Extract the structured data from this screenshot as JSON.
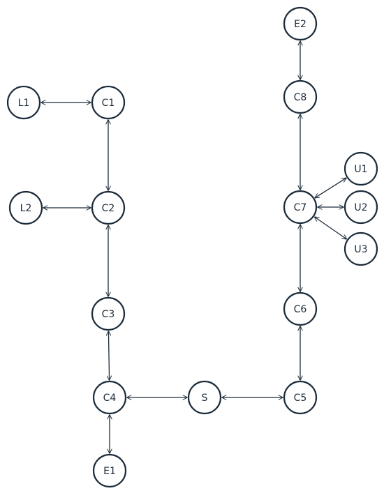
{
  "nodes": [
    {
      "id": "E2",
      "label": "E2"
    },
    {
      "id": "C8",
      "label": "C8"
    },
    {
      "id": "L1",
      "label": "L1"
    },
    {
      "id": "C1",
      "label": "C1"
    },
    {
      "id": "U1",
      "label": "U1"
    },
    {
      "id": "L2",
      "label": "L2"
    },
    {
      "id": "C2",
      "label": "C2"
    },
    {
      "id": "C7",
      "label": "C7"
    },
    {
      "id": "U2",
      "label": "U2"
    },
    {
      "id": "U3",
      "label": "U3"
    },
    {
      "id": "C6",
      "label": "C6"
    },
    {
      "id": "C3",
      "label": "C3"
    },
    {
      "id": "C4",
      "label": "C4"
    },
    {
      "id": "S",
      "label": "S"
    },
    {
      "id": "C5",
      "label": "C5"
    },
    {
      "id": "E1",
      "label": "E1"
    }
  ],
  "edges": [
    {
      "from": "L1",
      "to": "C1",
      "directed": "both"
    },
    {
      "from": "C1",
      "to": "C2",
      "directed": "both"
    },
    {
      "from": "L2",
      "to": "C2",
      "directed": "both"
    },
    {
      "from": "C2",
      "to": "C3",
      "directed": "both"
    },
    {
      "from": "C3",
      "to": "C4",
      "directed": "both"
    },
    {
      "from": "C4",
      "to": "E1",
      "directed": "both"
    },
    {
      "from": "C4",
      "to": "S",
      "directed": "both"
    },
    {
      "from": "S",
      "to": "C5",
      "directed": "both"
    },
    {
      "from": "C5",
      "to": "C6",
      "directed": "both"
    },
    {
      "from": "C6",
      "to": "C7",
      "directed": "both"
    },
    {
      "from": "C7",
      "to": "C8",
      "directed": "both"
    },
    {
      "from": "C8",
      "to": "E2",
      "directed": "both"
    },
    {
      "from": "C7",
      "to": "U1",
      "directed": "both"
    },
    {
      "from": "C7",
      "to": "U2",
      "directed": "both"
    },
    {
      "from": "C7",
      "to": "U3",
      "directed": "both"
    }
  ],
  "colors": {
    "stroke": "#1c2b3a",
    "fill": "#ffffff",
    "text": "#1c2b3a"
  }
}
